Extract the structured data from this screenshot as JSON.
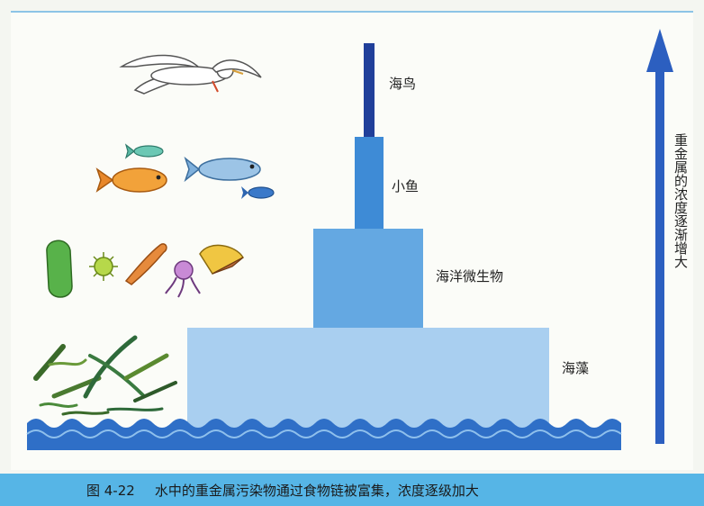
{
  "levels": {
    "bird": "海鸟",
    "fish": "小鱼",
    "plankton": "海洋微生物",
    "seaweed": "海藻"
  },
  "arrow_label": "重金属的浓度逐渐增大",
  "caption": {
    "figure_number": "图 4-22",
    "text": "水中的重金属污染物通过食物链被富集，浓度逐级加大"
  },
  "colors": {
    "bird_bar": "#203f9a",
    "fish_bar": "#3e8bd6",
    "plankton_bar": "#64a8e2",
    "seaweed_bar": "#a9cff0",
    "water": "#2f6fc7",
    "arrow": "#2c5fc0",
    "caption_bar": "#56b5e6"
  },
  "icons": [
    "seagull-icon",
    "fish-icon",
    "microorganism-icon",
    "seaweed-icon",
    "water-wave-icon"
  ]
}
